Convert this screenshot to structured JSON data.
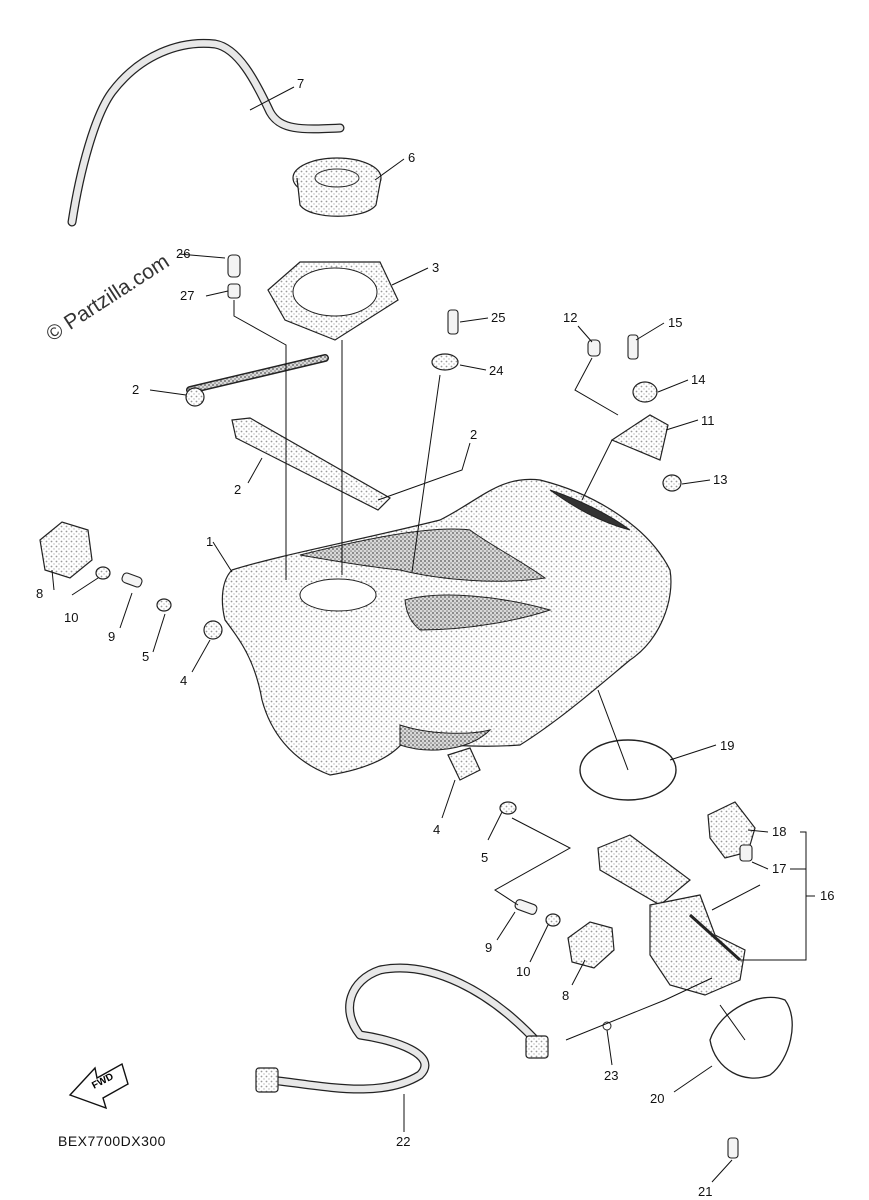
{
  "watermark": "© Partzilla.com",
  "diagram_code": "BEX7700DX300",
  "fwd_label": "FWD",
  "callouts": {
    "c1": "1",
    "c2a": "2",
    "c2b": "2",
    "c2c": "2",
    "c3": "3",
    "c4a": "4",
    "c4b": "4",
    "c5a": "5",
    "c5b": "5",
    "c6": "6",
    "c7": "7",
    "c8a": "8",
    "c8b": "8",
    "c9a": "9",
    "c9b": "9",
    "c10a": "10",
    "c10b": "10",
    "c11": "11",
    "c12": "12",
    "c13": "13",
    "c14": "14",
    "c15": "15",
    "c16": "16",
    "c17": "17",
    "c18": "18",
    "c19": "19",
    "c20": "20",
    "c21": "21",
    "c22": "22",
    "c23": "23",
    "c24": "24",
    "c25": "25",
    "c26": "26",
    "c27": "27"
  }
}
